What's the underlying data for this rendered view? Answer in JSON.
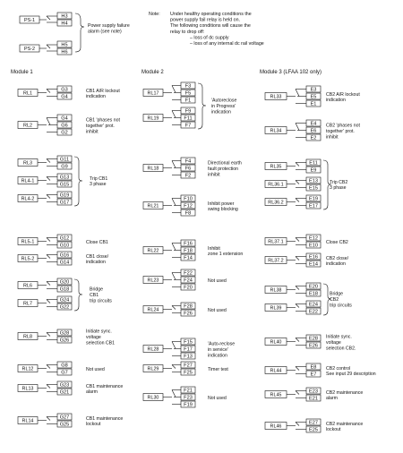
{
  "note": {
    "label": "Note:",
    "lines": [
      "Under healthy operating conditions the",
      "power supply fail relay is held on.",
      "The following conditions will cause the",
      "relay to drop off:",
      "– loss of dc supply",
      "– loss of any internal dc rail voltage"
    ]
  },
  "power_supply": {
    "relays": [
      {
        "rl": "PS-1",
        "terms": [
          "H3",
          "H4"
        ]
      },
      {
        "rl": "PS-2",
        "terms": [
          "H5",
          "H6"
        ]
      }
    ],
    "desc": [
      "Power supply failure",
      "alarm (see note)"
    ]
  },
  "columns": [
    {
      "header": "Module 1",
      "groups": [
        {
          "contacts": [
            {
              "rl": "RL1",
              "terms": [
                "G3",
                "G4"
              ]
            }
          ],
          "desc": [
            "CB1 A/R lockout",
            "indication"
          ],
          "brace": false
        },
        {
          "contacts": [
            {
              "rl": "RL2",
              "terms": [
                "G4",
                "G6",
                "G2"
              ]
            }
          ],
          "desc": [
            "CB1 'phases not",
            "together' prot.",
            "inhibit"
          ],
          "brace": false
        },
        {
          "contacts": [
            {
              "rl": "RL3",
              "terms": [
                "G11",
                "G9"
              ]
            },
            {
              "rl": "RL4-1",
              "terms": [
                "G13",
                "G15"
              ]
            },
            {
              "rl": "RL4-2",
              "terms": [
                "G19",
                "G17"
              ]
            }
          ],
          "desc": [
            "Trip CB1",
            "3 phase"
          ],
          "brace": true
        },
        {
          "contacts": [
            {
              "rl": "RL5-1",
              "terms": [
                "G12",
                "G10"
              ]
            }
          ],
          "desc": [
            "Close CB1"
          ],
          "brace": false
        },
        {
          "contacts": [
            {
              "rl": "RL5-2",
              "terms": [
                "G16",
                "G14"
              ]
            }
          ],
          "desc": [
            "CB1 close/",
            "indication"
          ],
          "brace": false
        },
        {
          "contacts": [
            {
              "rl": "RL6",
              "terms": [
                "G20",
                "G18"
              ]
            },
            {
              "rl": "RL7",
              "terms": [
                "G24",
                "G22"
              ]
            }
          ],
          "desc": [
            "Bridge",
            "CB1",
            "trip circuits"
          ],
          "brace": true
        },
        {
          "contacts": [
            {
              "rl": "RL8",
              "terms": [
                "G28",
                "G26"
              ]
            }
          ],
          "desc": [
            "Initiate sync.",
            "voltage",
            "selection CB1"
          ],
          "brace": false
        },
        {
          "contacts": [
            {
              "rl": "RL12",
              "terms": [
                "G8",
                "G7"
              ]
            }
          ],
          "desc": [
            "Not used"
          ],
          "brace": false
        },
        {
          "contacts": [
            {
              "rl": "RL13",
              "terms": [
                "G23",
                "G21"
              ]
            }
          ],
          "desc": [
            "CB1 maintenance",
            "alarm"
          ],
          "brace": false
        },
        {
          "contacts": [
            {
              "rl": "RL14",
              "terms": [
                "G27",
                "G25"
              ]
            }
          ],
          "desc": [
            "CB1 maintenance",
            "lockout"
          ],
          "brace": false
        }
      ]
    },
    {
      "header": "Module 2",
      "groups": [
        {
          "contacts": [
            {
              "rl": "RL17",
              "terms": [
                "F3",
                "F5",
                "F1"
              ]
            },
            {
              "rl": "RL19",
              "terms": [
                "F9",
                "F11",
                "F7"
              ]
            }
          ],
          "desc": [
            "'Autoreclose",
            "in Progress'",
            "indication"
          ],
          "brace": true
        },
        {
          "contacts": [
            {
              "rl": "RL18",
              "terms": [
                "F4",
                "F6",
                "F2"
              ]
            }
          ],
          "desc": [
            "Directional earth",
            "fault protection",
            "inhibit"
          ],
          "brace": false
        },
        {
          "contacts": [
            {
              "rl": "RL21",
              "terms": [
                "F10",
                "F12",
                "F8"
              ]
            }
          ],
          "desc": [
            "Inhibit power",
            "swing blocking"
          ],
          "brace": false
        },
        {
          "contacts": [
            {
              "rl": "RL22",
              "terms": [
                "F16",
                "F18",
                "F14"
              ]
            }
          ],
          "desc": [
            "Inhibit",
            "zone 1 extension"
          ],
          "brace": false
        },
        {
          "contacts": [
            {
              "rl": "RL23",
              "terms": [
                "F22",
                "F24",
                "F20"
              ]
            }
          ],
          "desc": [
            "Not used"
          ],
          "brace": false
        },
        {
          "contacts": [
            {
              "rl": "RL24",
              "terms": [
                "F28",
                "F26"
              ]
            }
          ],
          "desc": [
            "Not used"
          ],
          "brace": false
        },
        {
          "contacts": [
            {
              "rl": "RL28",
              "terms": [
                "F15",
                "F17",
                "F13"
              ]
            }
          ],
          "desc": [
            "'Auto-reclose",
            "in service'",
            "indication"
          ],
          "brace": false
        },
        {
          "contacts": [
            {
              "rl": "RL29",
              "terms": [
                "F27",
                "F25"
              ]
            }
          ],
          "desc": [
            "Timer test"
          ],
          "brace": false
        },
        {
          "contacts": [
            {
              "rl": "RL30",
              "terms": [
                "F21",
                "F23",
                "F19"
              ]
            }
          ],
          "desc": [
            "Not used"
          ],
          "brace": false
        }
      ]
    },
    {
      "header": "Module 3 (LFAA 102 only)",
      "groups": [
        {
          "contacts": [
            {
              "rl": "RL33",
              "terms": [
                "E3",
                "E5",
                "E1"
              ]
            }
          ],
          "desc": [
            "CB2 A/R lockout",
            "indication"
          ],
          "brace": false
        },
        {
          "contacts": [
            {
              "rl": "RL34",
              "terms": [
                "E4",
                "E6",
                "E2"
              ]
            }
          ],
          "desc": [
            "CB2 'phases not",
            "together' prot.",
            "inhibit"
          ],
          "brace": false
        },
        {
          "contacts": [
            {
              "rl": "RL35",
              "terms": [
                "E11",
                "E9"
              ]
            },
            {
              "rl": "RL36.1",
              "terms": [
                "E13",
                "E15"
              ]
            },
            {
              "rl": "RL36.2",
              "terms": [
                "E19",
                "E17"
              ]
            }
          ],
          "desc": [
            "Trip CB2",
            "3 phase"
          ],
          "brace": true
        },
        {
          "contacts": [
            {
              "rl": "RL37.1",
              "terms": [
                "E12",
                "E10"
              ]
            }
          ],
          "desc": [
            "Close CB2"
          ],
          "brace": false
        },
        {
          "contacts": [
            {
              "rl": "RL37.2",
              "terms": [
                "E16",
                "E14"
              ]
            }
          ],
          "desc": [
            "CB2 close/",
            "indication"
          ],
          "brace": false
        },
        {
          "contacts": [
            {
              "rl": "RL38",
              "terms": [
                "E20",
                "E18"
              ]
            },
            {
              "rl": "RL39",
              "terms": [
                "E24",
                "E22"
              ]
            }
          ],
          "desc": [
            "Bridge",
            "CB2",
            "trip circuits"
          ],
          "brace": true
        },
        {
          "contacts": [
            {
              "rl": "RL40",
              "terms": [
                "E28",
                "E26"
              ]
            }
          ],
          "desc": [
            "Initiate sync.",
            "voltage",
            "selection CB2."
          ],
          "brace": false
        },
        {
          "contacts": [
            {
              "rl": "RL44",
              "terms": [
                "E8",
                "E7"
              ]
            }
          ],
          "desc": [
            "CB2 control",
            "See input 29 description"
          ],
          "brace": false
        },
        {
          "contacts": [
            {
              "rl": "RL45",
              "terms": [
                "E23",
                "E21"
              ]
            }
          ],
          "desc": [
            "CB2 maintenance",
            "alarm"
          ],
          "brace": false
        },
        {
          "contacts": [
            {
              "rl": "RL46",
              "terms": [
                "E27",
                "E25"
              ]
            }
          ],
          "desc": [
            "CB2 maintenance",
            "lockout"
          ],
          "brace": false
        }
      ]
    }
  ]
}
